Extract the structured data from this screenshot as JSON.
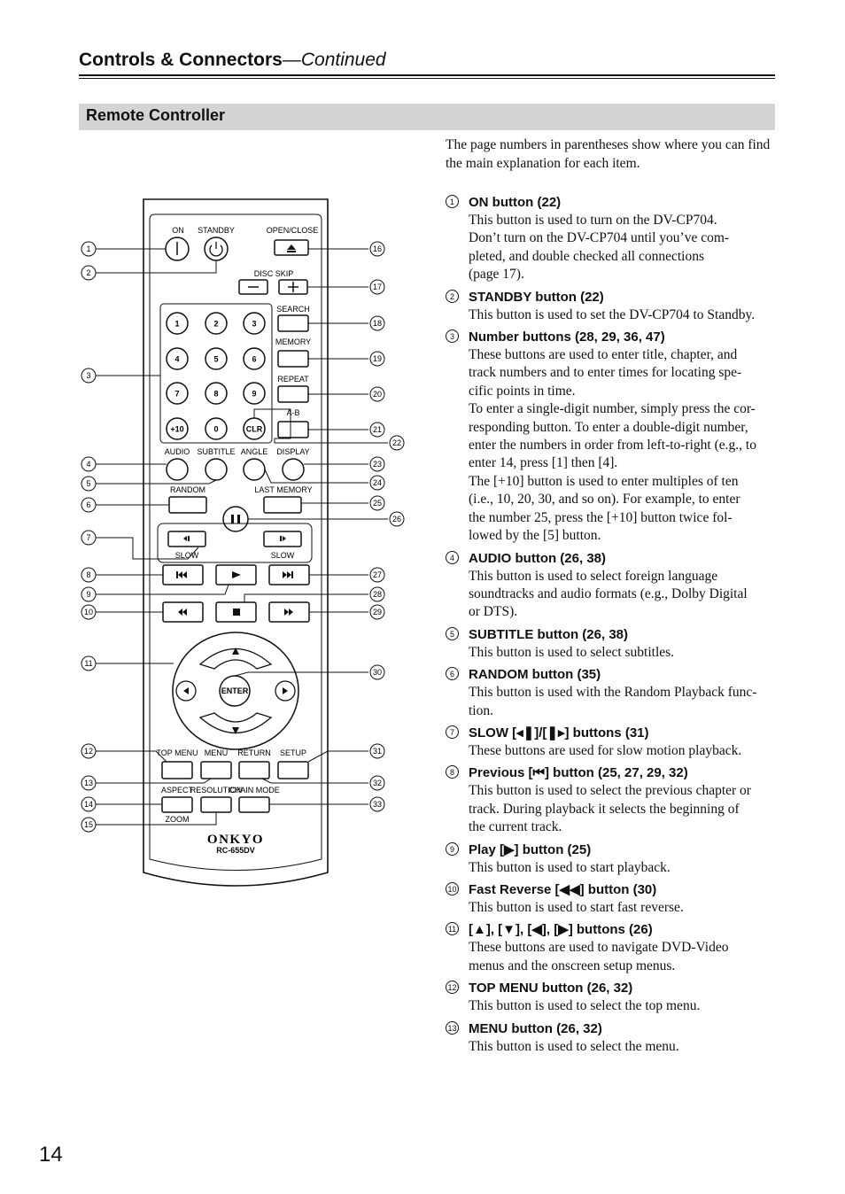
{
  "header": {
    "title": "Controls & Connectors",
    "subtitle": "—Continued"
  },
  "section": {
    "title": "Remote Controller"
  },
  "intro": "The page numbers in parentheses show where you can find the main explanation for each item.",
  "items": [
    {
      "n": "1",
      "head": "ON button (22)",
      "desc": "This button is used to turn on the DV-CP704.\nDon’t turn on the DV-CP704 until you’ve com-\npleted, and double checked all connections\n(page 17)."
    },
    {
      "n": "2",
      "head": "STANDBY button (22)",
      "desc": "This button is used to set the DV-CP704 to Standby."
    },
    {
      "n": "3",
      "head": "Number buttons (28, 29, 36, 47)",
      "desc": "These buttons are used to enter title, chapter, and\ntrack numbers and to enter times for locating spe-\ncific points in time.\nTo enter a single-digit number, simply press the cor-\nresponding button. To enter a double-digit number,\nenter the numbers in order from left-to-right (e.g., to\nenter 14, press [1] then [4].\nThe [+10] button is used to enter multiples of ten\n(i.e., 10, 20, 30, and so on). For example, to enter\nthe number 25, press the [+10] button twice fol-\nlowed by the [5] button."
    },
    {
      "n": "4",
      "head": "AUDIO button (26, 38)",
      "desc": "This button is used to select foreign language\nsoundtracks and audio formats (e.g., Dolby Digital\nor DTS)."
    },
    {
      "n": "5",
      "head": "SUBTITLE button (26, 38)",
      "desc": "This button is used to select subtitles."
    },
    {
      "n": "6",
      "head": "RANDOM button (35)",
      "desc": "This button is used with the Random Playback func-\ntion."
    },
    {
      "n": "7",
      "head": "SLOW [◂❚]/[❚▸] buttons (31)",
      "desc": "These buttons are used for slow motion playback."
    },
    {
      "n": "8",
      "head": "Previous [⏮] button (25, 27, 29, 32)",
      "desc": "This button is used to select the previous chapter or\ntrack. During playback it selects the beginning of\nthe current track."
    },
    {
      "n": "9",
      "head": "Play [▶] button (25)",
      "desc": "This button is used to start playback."
    },
    {
      "n": "10",
      "head": "Fast Reverse [◀◀] button (30)",
      "desc": "This button is used to start fast reverse."
    },
    {
      "n": "11",
      "head": "[▲], [▼], [◀], [▶] buttons (26)",
      "desc": "These buttons are used to navigate DVD-Video\nmenus and the onscreen setup menus."
    },
    {
      "n": "12",
      "head": "TOP MENU button (26, 32)",
      "desc": "This button is used to select the top menu."
    },
    {
      "n": "13",
      "head": "MENU button (26, 32)",
      "desc": "This button is used to select the menu."
    }
  ],
  "page_number": "14",
  "remote": {
    "labels": {
      "on": "ON",
      "standby": "STANDBY",
      "open_close": "OPEN/CLOSE",
      "disc_skip": "DISC SKIP",
      "search": "SEARCH",
      "memory": "MEMORY",
      "repeat": "REPEAT",
      "ab": "A-B",
      "audio": "AUDIO",
      "subtitle": "SUBTITLE",
      "angle": "ANGLE",
      "display": "DISPLAY",
      "random": "RANDOM",
      "last_memory": "LAST MEMORY",
      "slow_left": "SLOW",
      "slow_right": "SLOW",
      "enter": "ENTER",
      "top_menu": "TOP MENU",
      "menu": "MENU",
      "return": "RETURN",
      "setup": "SETUP",
      "aspect": "ASPECT",
      "resolution": "RESOLUTION",
      "chain_mode": "CHAIN MODE",
      "zoom": "ZOOM",
      "brand": "ONKYO",
      "model": "RC-655DV"
    },
    "keys": [
      "1",
      "2",
      "3",
      "4",
      "5",
      "6",
      "7",
      "8",
      "9",
      "+10",
      "0",
      "CLR"
    ],
    "callouts_left": [
      "1",
      "2",
      "3",
      "4",
      "5",
      "6",
      "7",
      "8",
      "9",
      "10",
      "11",
      "12",
      "13",
      "14",
      "15"
    ],
    "callouts_right": [
      "16",
      "17",
      "18",
      "19",
      "20",
      "21",
      "22",
      "23",
      "24",
      "25",
      "26",
      "27",
      "28",
      "29",
      "30",
      "31",
      "32",
      "33"
    ]
  }
}
